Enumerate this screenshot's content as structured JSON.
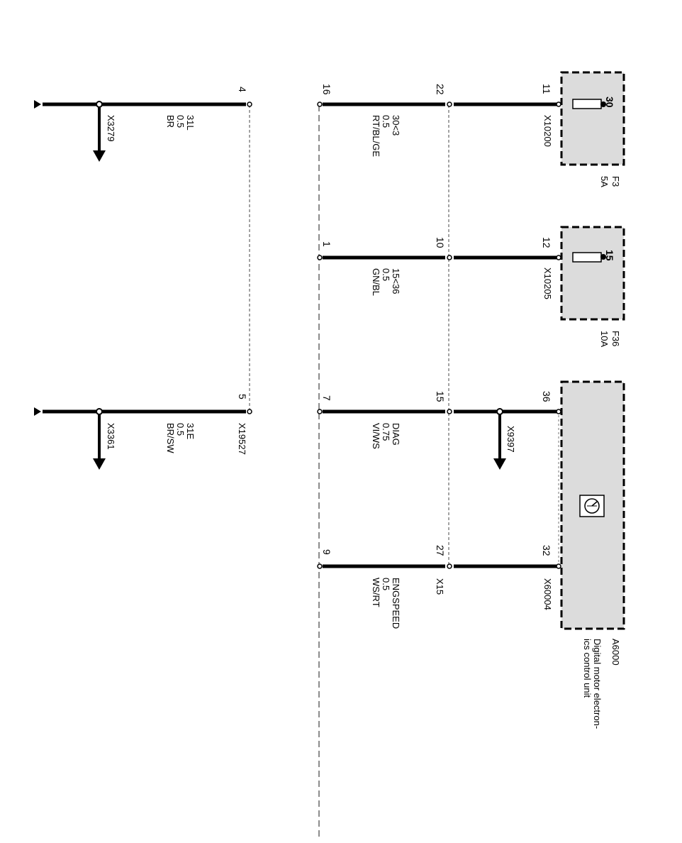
{
  "fuses": [
    {
      "id": "F3",
      "rating": "5A",
      "pin": "30"
    },
    {
      "id": "F36",
      "rating": "10A",
      "pin": "15"
    }
  ],
  "control_unit": {
    "id": "A6000",
    "desc_line1": "Digital motor electron-",
    "desc_line2": "ics control unit",
    "icon": "diagnostic-gauge-icon"
  },
  "connectors": {
    "x10200": "X10200",
    "x10205": "X10205",
    "x9397": "X9397",
    "x60004": "X60004",
    "x15": "X15",
    "x19527": "X19527",
    "x3279": "X3279",
    "x3361": "X3361"
  },
  "pins": {
    "p11": "11",
    "p12": "12",
    "p36": "36",
    "p32": "32",
    "p22": "22",
    "p10": "10",
    "p15": "15",
    "p27": "27",
    "p16": "16",
    "p1": "1",
    "p7": "7",
    "p9": "9",
    "p4": "4",
    "p5": "5"
  },
  "wires": {
    "w1": {
      "signal": "30<3",
      "size": "0.5",
      "color": "RT/BL/GE"
    },
    "w2": {
      "signal": "15<36",
      "size": "0.5",
      "color": "GN/BL"
    },
    "w3": {
      "signal": "DIAG",
      "size": "0.75",
      "color": "VI/WS"
    },
    "w4": {
      "signal": "ENGSPEED",
      "size": "0.5",
      "color": "WS/RT"
    },
    "w5": {
      "signal": "31L",
      "size": "0.5",
      "color": "BR"
    },
    "w6": {
      "signal": "31E",
      "size": "0.5",
      "color": "BR/SW"
    }
  }
}
